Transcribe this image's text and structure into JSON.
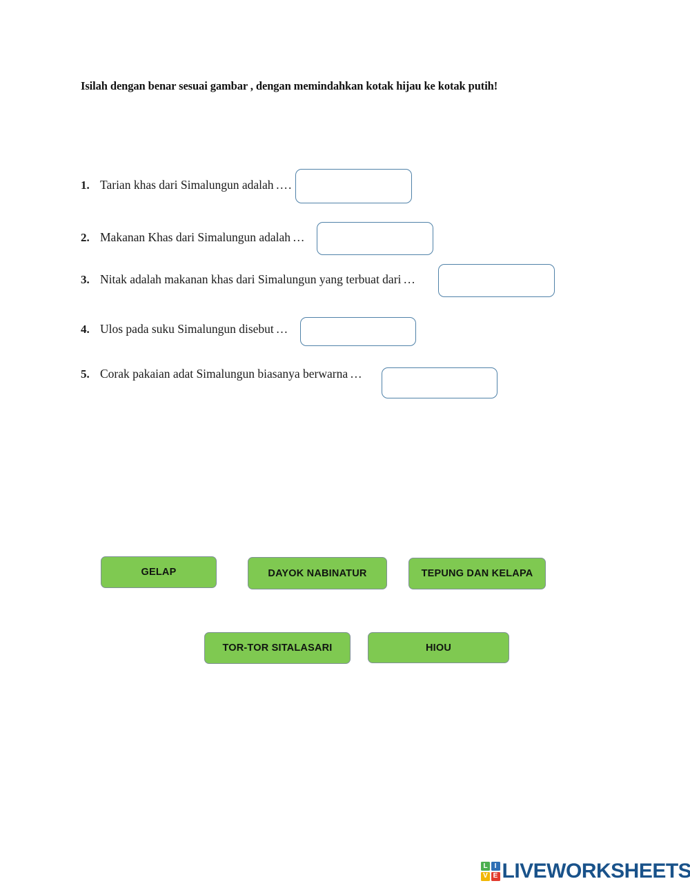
{
  "worksheet": {
    "instruction": "Isilah dengan benar sesuai gambar , dengan memindahkan kotak hijau ke kotak putih!",
    "questions": [
      {
        "number": "1.",
        "text": "Tarian khas dari Simalungun adalah",
        "dots": "…."
      },
      {
        "number": "2.",
        "text": "Makanan Khas dari Simalungun adalah",
        "dots": "…"
      },
      {
        "number": "3.",
        "text": "Nitak adalah makanan khas dari Simalungun yang terbuat dari",
        "dots": "…"
      },
      {
        "number": "4.",
        "text": "Ulos pada suku Simalungun disebut",
        "dots": "…"
      },
      {
        "number": "5.",
        "text": "Corak pakaian adat Simalungun biasanya berwarna",
        "dots": "…"
      }
    ],
    "answer_boxes": [
      {
        "name": "answer-box-1",
        "value": ""
      },
      {
        "name": "answer-box-2",
        "value": ""
      },
      {
        "name": "answer-box-3",
        "value": ""
      },
      {
        "name": "answer-box-4",
        "value": ""
      },
      {
        "name": "answer-box-5",
        "value": ""
      }
    ],
    "word_tiles": [
      {
        "label": "GELAP"
      },
      {
        "label": "DAYOK NABINATUR"
      },
      {
        "label": "TEPUNG DAN KELAPA"
      },
      {
        "label": "TOR-TOR SITALASARI"
      },
      {
        "label": "HIOU"
      }
    ],
    "colors": {
      "tile_fill": "#7FC951",
      "tile_border": "#7e8f96",
      "dropbox_border": "#4f81a8",
      "logo_text": "#19528A"
    }
  },
  "footer": {
    "logo_letters": [
      "L",
      "I",
      "V",
      "E"
    ],
    "wordmark": "LIVEWORKSHEETS"
  }
}
